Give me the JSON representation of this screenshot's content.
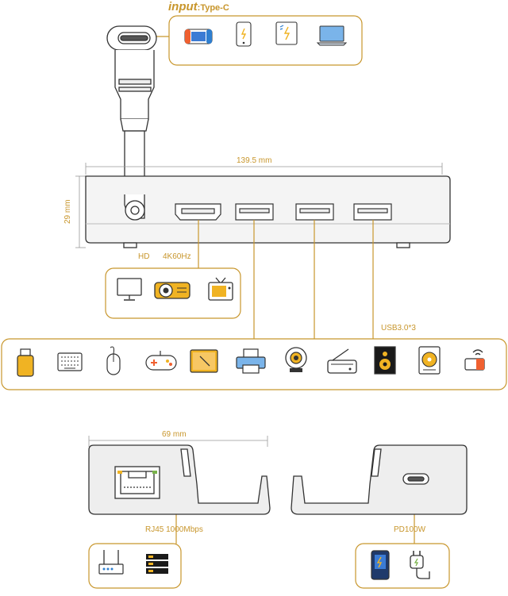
{
  "input": {
    "word": "input",
    "type": ":Type-C",
    "devices": [
      "game-console-icon",
      "phone-icon",
      "tablet-icon",
      "laptop-icon"
    ]
  },
  "dimensions": {
    "length": "139.5 mm",
    "height": "29 mm",
    "depth": "69 mm"
  },
  "ports": {
    "hdmi_label": "HD",
    "hdmi_spec": "4K60Hz",
    "usb_label": "USB3.0*3",
    "rj45_label": "RJ45 1000Mbps",
    "pd_label": "PD100W"
  },
  "hdmi_devices": [
    "monitor-icon",
    "projector-icon",
    "tv-icon"
  ],
  "usb_devices": [
    "usb-drive-icon",
    "keyboard-icon",
    "mouse-icon",
    "gamepad-icon",
    "drawing-tablet-icon",
    "printer-icon",
    "webcam-icon",
    "scanner-icon",
    "speaker-icon",
    "hard-drive-icon",
    "wireless-adapter-icon"
  ],
  "rj45_devices": [
    "router-icon",
    "server-icon"
  ],
  "pd_devices": [
    "power-bank-icon",
    "charger-icon"
  ],
  "colors": {
    "accent": "#c8962c",
    "accent_light": "#f0b323",
    "outline": "#333333",
    "body_fill": "#f4f4f4"
  }
}
